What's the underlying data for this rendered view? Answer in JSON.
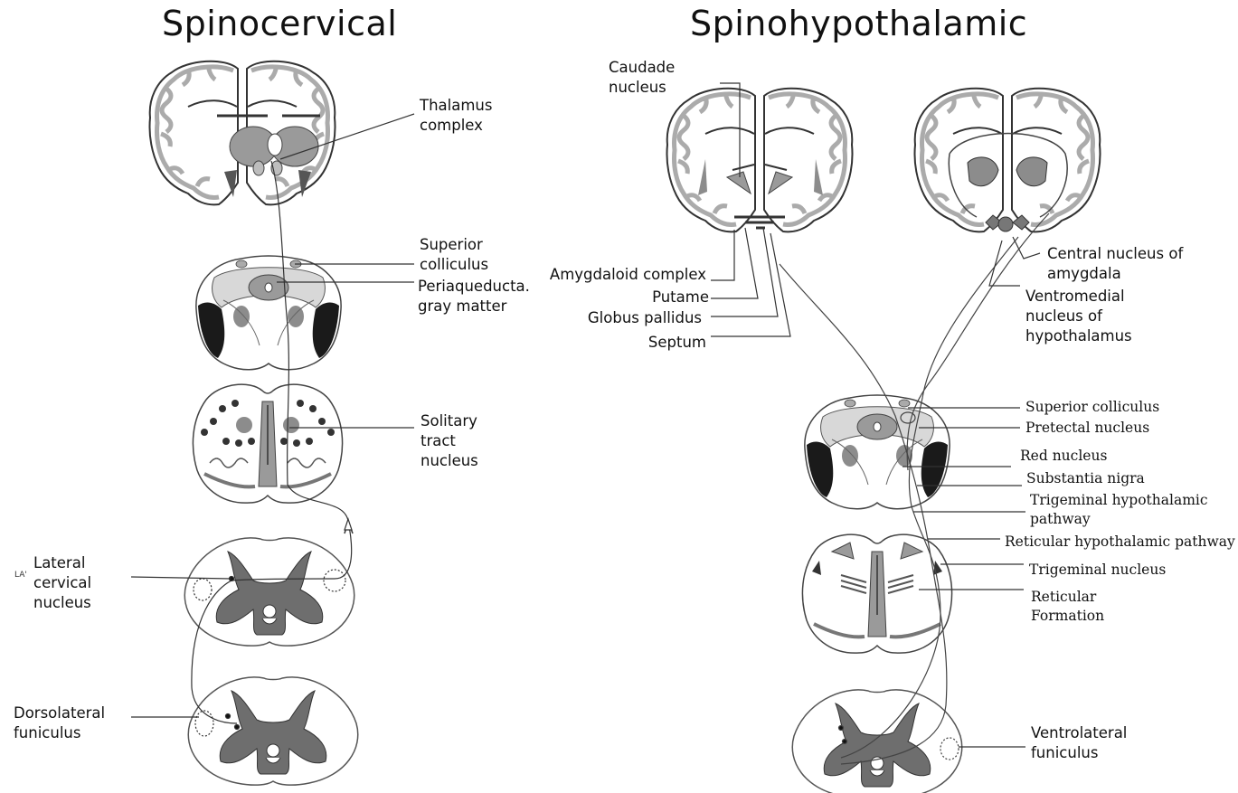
{
  "titles": {
    "left": "Spinocervical",
    "right": "Spinohypothalamic"
  },
  "left_labels": {
    "thalamus": [
      "Thalamus",
      "complex"
    ],
    "sup_coll": [
      "Superior",
      "colliculus"
    ],
    "pag": [
      "Periaqueducta.",
      "gray matter"
    ],
    "solitary": [
      "Solitary",
      "tract",
      "nucleus"
    ],
    "lcn": [
      "Lateral",
      "cervical",
      "nucleus"
    ],
    "lcn_tag": "LA'",
    "dlf": [
      "Dorsolateral",
      "funiculus"
    ]
  },
  "right_labels": {
    "caudate": [
      "Caudade",
      "nucleus"
    ],
    "amygdaloid": "Amygdaloid complex",
    "putame": "Putame",
    "globus": "Globus pallidus",
    "septum": "Septum",
    "central_amyg": [
      "Central nucleus of",
      "amygdala"
    ],
    "ventromedial": [
      "Ventromedial",
      "nucleus of",
      "hypothalamus"
    ],
    "sup_coll": "Superior colliculus",
    "pretectal": "Pretectal nucleus",
    "red": "Red nucleus",
    "substantia": "Substantia nigra",
    "trig_hyp": [
      "Trigeminal hypothalamic",
      "pathway"
    ],
    "reticular_hyp": "Reticular hypothalamic pathway",
    "trig_nuc": "Trigeminal nucleus",
    "reticular_form": [
      "Reticular",
      "Formation"
    ],
    "vlf": [
      "Ventrolateral",
      "funiculus"
    ]
  },
  "colors": {
    "ink": "#111111",
    "outline": "#444444",
    "gray_fill": "#8c8c8c",
    "light_fill": "#bdbdbd",
    "dark_fill": "#1a1a1a",
    "cortex_fill": "#ffffff"
  }
}
